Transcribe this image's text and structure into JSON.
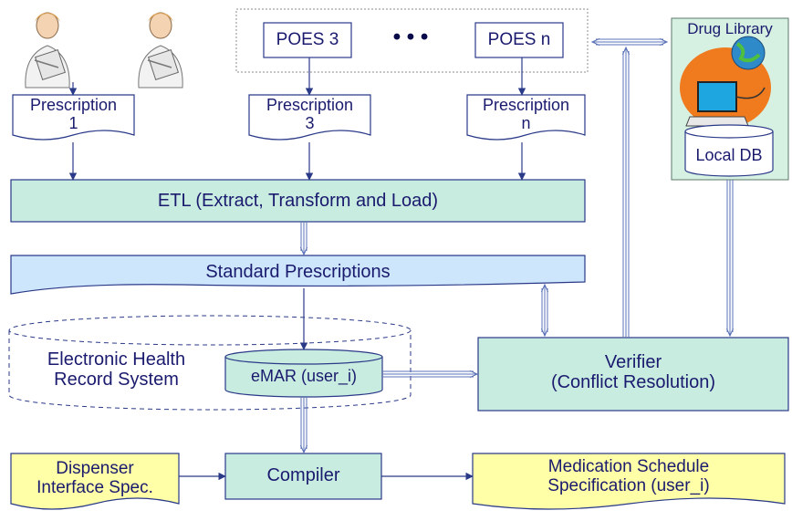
{
  "poes": {
    "poes3": "POES 3",
    "ellipsis": "• • •",
    "poesn": "POES n"
  },
  "prescriptions": [
    {
      "line1": "Prescription",
      "line2": "1"
    },
    {
      "line1": "Prescription",
      "line2": "3"
    },
    {
      "line1": "Prescription",
      "line2": "n"
    }
  ],
  "drug_library": {
    "title": "Drug Library",
    "local_db": "Local DB"
  },
  "etl": "ETL (Extract, Transform and Load)",
  "standard_prescriptions": "Standard Prescriptions",
  "ehr": {
    "line1": "Electronic Health",
    "line2": "Record System",
    "emar": "eMAR (user_i)"
  },
  "verifier": {
    "line1": "Verifier",
    "line2": "(Conflict Resolution)"
  },
  "dispenser": {
    "line1": "Dispenser",
    "line2": "Interface Spec."
  },
  "compiler": "Compiler",
  "medication_schedule": {
    "line1": "Medication Schedule",
    "line2": "Specification (user_i)"
  },
  "colors": {
    "box_fill": "#c9ece1",
    "blue_fill": "#cde6fb",
    "note_fill": "#ffffa8",
    "text": "#1a1a6e",
    "line": "#2a3a88"
  }
}
